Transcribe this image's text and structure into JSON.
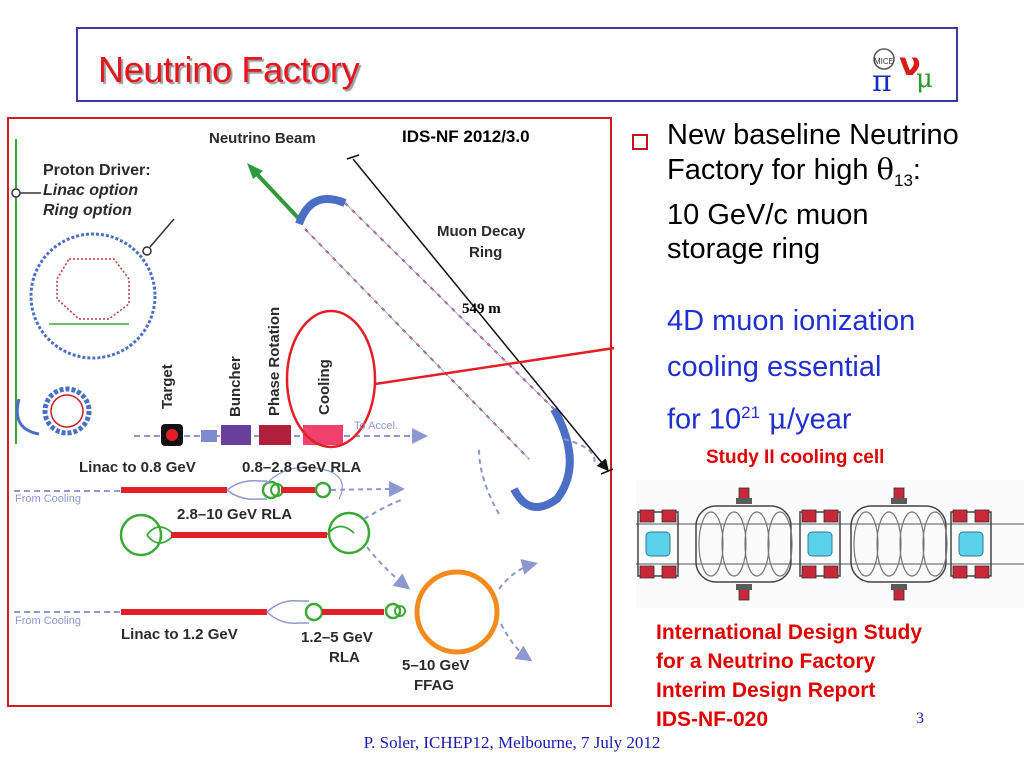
{
  "title": "Neutrino Factory",
  "diagram": {
    "version_label": "IDS-NF 2012/3.0",
    "labels": {
      "neutrino_beam": "Neutrino Beam",
      "proton_driver": "Proton Driver:",
      "linac_option": "Linac option",
      "ring_option": "Ring option",
      "muon_decay_ring_1": "Muon Decay",
      "muon_decay_ring_2": "Ring",
      "length": "549 m",
      "target": "Target",
      "buncher": "Buncher",
      "phase_rotation": "Phase Rotation",
      "cooling": "Cooling",
      "to_accel": "To Accel.",
      "linac_08": "Linac to 0.8 GeV",
      "rla_08_28": "0.8–2.8 GeV RLA",
      "from_cooling_1": "From Cooling",
      "rla_28_10": "2.8–10 GeV RLA",
      "from_cooling_2": "From Cooling",
      "linac_12": "Linac to 1.2 GeV",
      "rla_12_5_1": "1.2–5 GeV",
      "rla_12_5_2": "RLA",
      "ffag_1": "5–10 GeV",
      "ffag_2": "FFAG"
    }
  },
  "bullet": {
    "line1": "New baseline Neutrino",
    "line2_pre": "Factory for high ",
    "theta": "θ",
    "theta_sub": "13",
    "line2_post": ":",
    "line3": "10 GeV/c muon",
    "line4": "storage ring"
  },
  "sub": {
    "line1": "4D muon ionization",
    "line2": "cooling essential",
    "line3_pre": "for 10",
    "line3_sup": "21",
    "mu": "μ",
    "line3_post": "/year"
  },
  "cooling_cell_caption": "Study II cooling cell",
  "ids": {
    "line1": "International Design Study",
    "line2": "for a Neutrino Factory",
    "line3": "Interim Design Report",
    "line4": "IDS-NF-020"
  },
  "page_number": "3",
  "footer": "P. Soler,  ICHEP12, Melbourne, 7 July 2012",
  "logo_text": "MICE",
  "colors": {
    "title_red": "#e8141e",
    "panel_red": "#d31b26",
    "ring_blue": "#4a6fc4",
    "linac_red": "#e41e26",
    "rla_green": "#3aa935",
    "ffag_orange": "#f58a1f",
    "sub_blue": "#1f2fd0"
  }
}
